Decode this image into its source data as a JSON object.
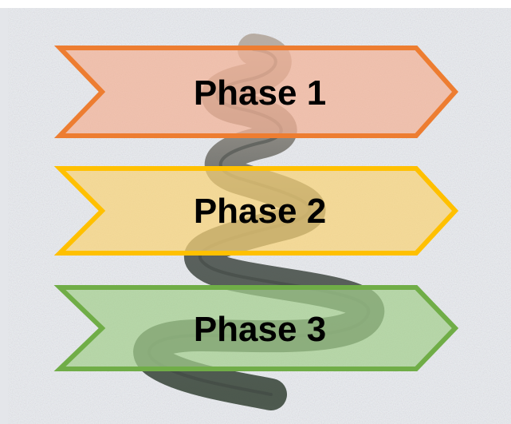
{
  "phases": [
    {
      "label": "Phase 1",
      "stroke": "#ED7D31",
      "fill": "#F2B295"
    },
    {
      "label": "Phase 2",
      "stroke": "#FFC000",
      "fill": "#F8D377"
    },
    {
      "label": "Phase 3",
      "stroke": "#70AD47",
      "fill": "#A3CF8D"
    }
  ]
}
